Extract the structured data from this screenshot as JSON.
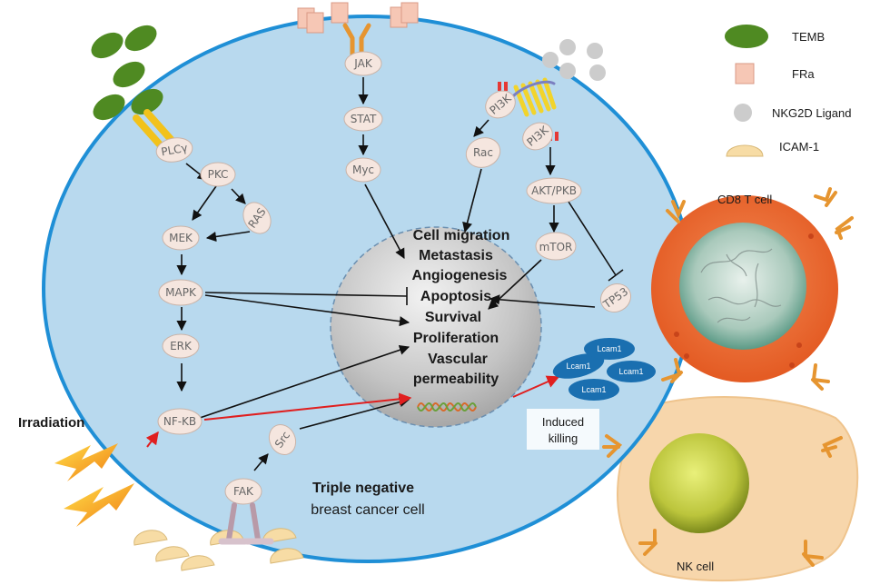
{
  "legend": {
    "temb": "TEMB",
    "fra": "FRa",
    "nkg2d": "NKG2D Ligand",
    "icam": "ICAM-1"
  },
  "nodes": {
    "plcy": "PLCγ",
    "pkc": "PKC",
    "ras": "RAS",
    "mek": "MEK",
    "mapk": "MAPK",
    "erk": "ERK",
    "nfkb": "NF-KB",
    "src": "Src",
    "fak": "FAK",
    "jak": "JAK",
    "stat": "STAT",
    "myc": "Myc",
    "rac": "Rac",
    "pi3k_a": "PI3K",
    "pi3k_b": "PI3K",
    "akt": "AKT/PKB",
    "mtor": "mTOR",
    "tp53": "TP53"
  },
  "outcomes": [
    "Cell migration",
    "Metastasis",
    "Angiogenesis",
    "Apoptosis",
    "Survival",
    "Proliferation",
    "Vascular",
    "permeability"
  ],
  "labels": {
    "irradiation": "Irradiation",
    "cell_title_1": "Triple negative",
    "cell_title_2": "breast cancer cell",
    "induced_1": "Induced",
    "induced_2": "killing",
    "cd8": "CD8 T cell",
    "nk": "NK cell",
    "icam_label": "Lcam1"
  },
  "colors": {
    "cell_fill": "#b8d9ee",
    "cell_border": "#1f8fd6",
    "temb": "#4f8a22",
    "fra": "#f6c7b5",
    "nkg2d": "#c8c8c8",
    "icam": "#f7dca5",
    "nucleus": "#c9c9c9",
    "cd8": "#e9642b",
    "nk": "#f7d6ab",
    "icam_blob": "#1a6fb0",
    "arrow_red": "#e01f1f"
  }
}
